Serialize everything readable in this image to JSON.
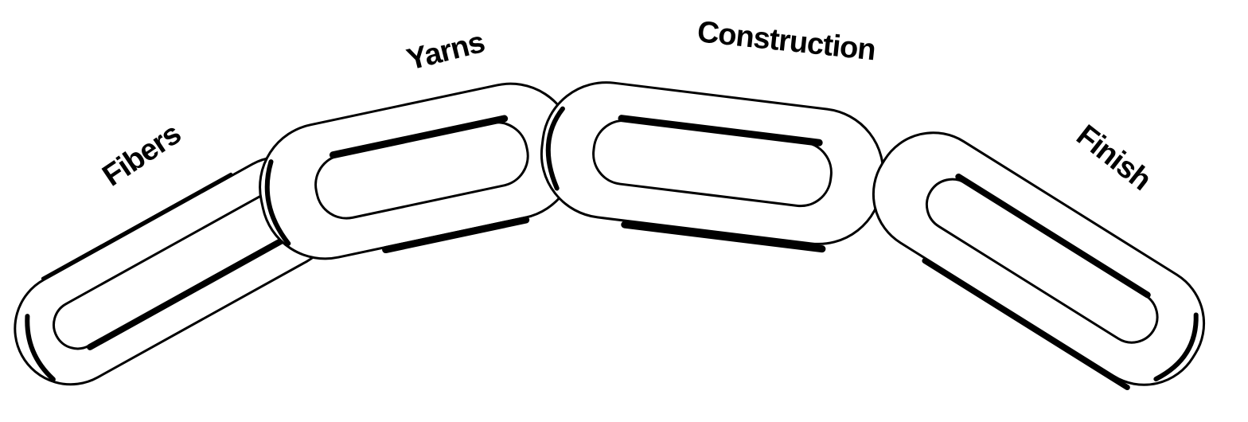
{
  "diagram": {
    "type": "chain",
    "links": [
      {
        "id": "fibers",
        "label": "Fibers"
      },
      {
        "id": "yarns",
        "label": "Yarns"
      },
      {
        "id": "construction",
        "label": "Construction"
      },
      {
        "id": "finish",
        "label": "Finish"
      }
    ],
    "colors": {
      "ink": "#000000",
      "paper": "#ffffff"
    }
  }
}
